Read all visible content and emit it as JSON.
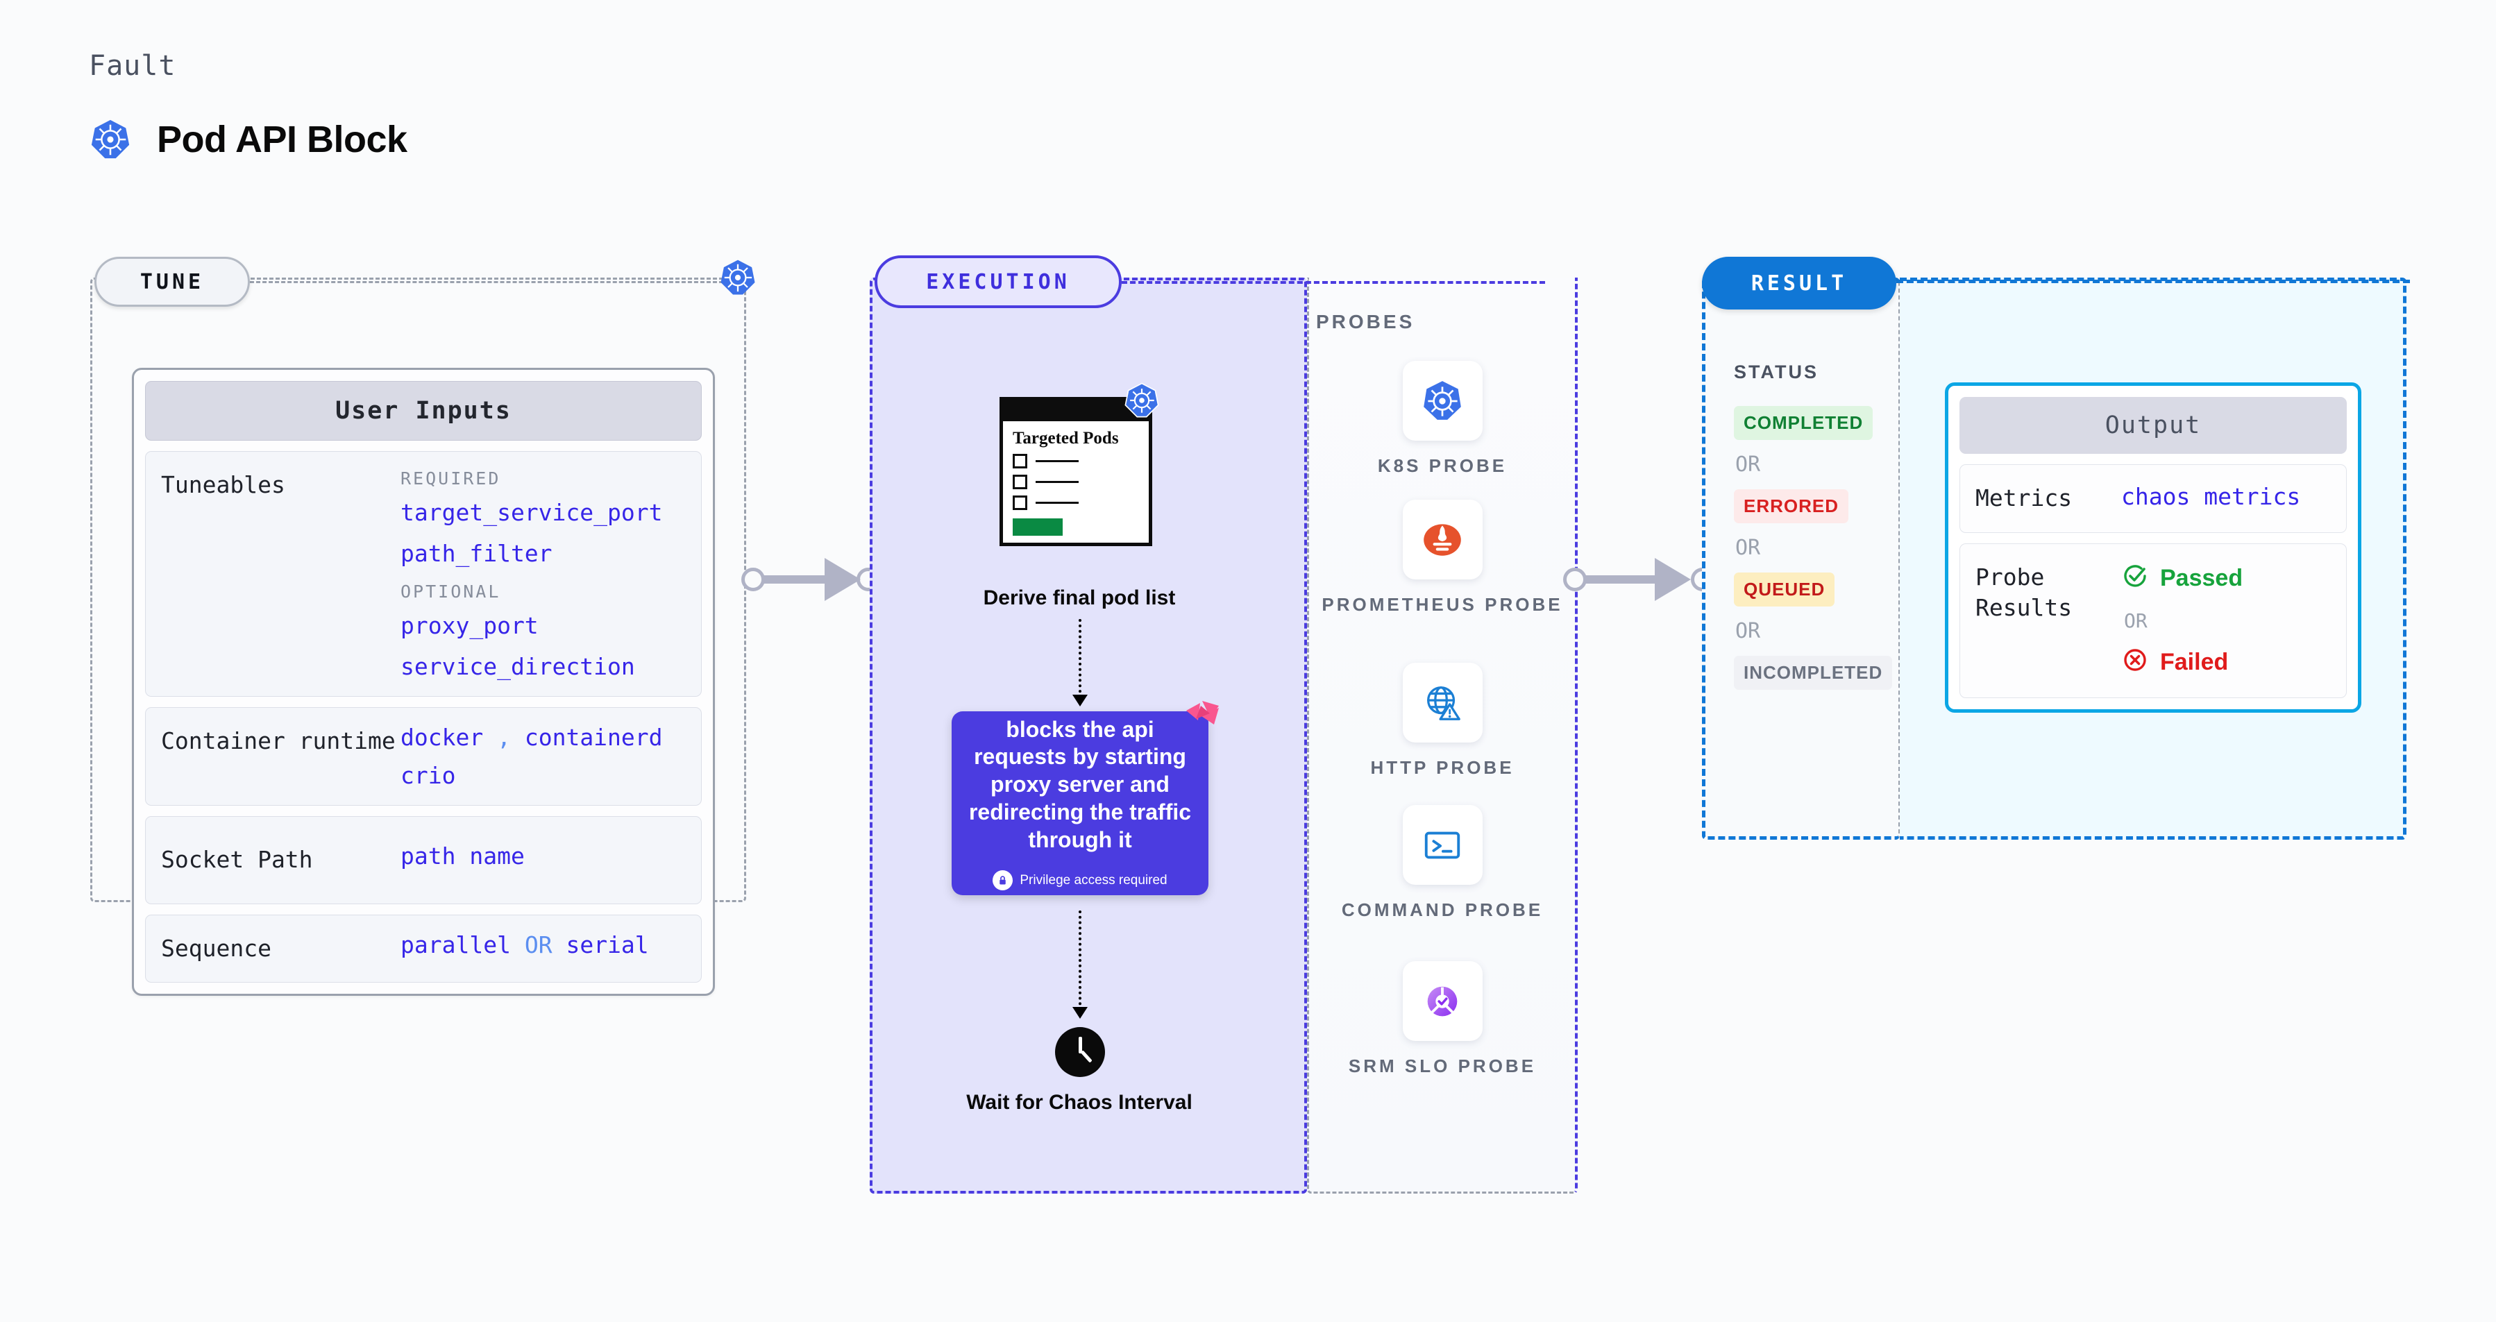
{
  "header": {
    "eyebrow": "Fault",
    "title": "Pod API Block",
    "icon": "kubernetes-icon"
  },
  "tune": {
    "pill_label": "TUNE",
    "badge_icon": "kubernetes-icon",
    "card_title": "User Inputs",
    "rows": [
      {
        "label": "Tuneables",
        "groups": [
          {
            "caption": "REQUIRED",
            "items": [
              "target_service_port",
              "path_filter"
            ]
          },
          {
            "caption": "OPTIONAL",
            "items": [
              "proxy_port",
              "service_direction"
            ]
          }
        ]
      },
      {
        "label": "Container runtime",
        "values_line1": [
          "docker",
          "containerd"
        ],
        "separator": ",",
        "values_line2": [
          "crio"
        ]
      },
      {
        "label": "Socket Path",
        "value": "path name"
      },
      {
        "label": "Sequence",
        "value_a": "parallel",
        "separator": "OR",
        "value_b": "serial"
      }
    ]
  },
  "execution": {
    "pill_label": "EXECUTION",
    "pods_card": {
      "title": "Targeted Pods",
      "badge_icon": "kubernetes-icon",
      "checkbox_count": 3
    },
    "pods_caption": "Derive final pod list",
    "action": {
      "text": "blocks the api requests by starting proxy server and redirecting the traffic through it",
      "privilege_note": "Privilege access required",
      "privilege_icon": "lock-icon",
      "corner_icon": "litmuschaos-logo",
      "color": "#4b3ce0"
    },
    "wait": {
      "icon": "clock-icon",
      "caption": "Wait for Chaos Interval"
    },
    "probes_title": "PROBES",
    "probes": [
      {
        "label": "K8S PROBE",
        "icon": "kubernetes-icon"
      },
      {
        "label": "PROMETHEUS PROBE",
        "icon": "prometheus-icon"
      },
      {
        "label": "HTTP PROBE",
        "icon": "http-globe-warning-icon"
      },
      {
        "label": "COMMAND PROBE",
        "icon": "terminal-icon"
      },
      {
        "label": "SRM SLO PROBE",
        "icon": "srm-slo-icon"
      }
    ]
  },
  "result": {
    "pill_label": "RESULT",
    "status_title": "STATUS",
    "or_label": "OR",
    "statuses": [
      {
        "label": "COMPLETED",
        "color": "#108033",
        "bg": "#dff5e1"
      },
      {
        "label": "ERRORED",
        "color": "#d82020",
        "bg": "#fdeaea"
      },
      {
        "label": "QUEUED",
        "color": "#c21a1a",
        "bg": "#fdeec0"
      },
      {
        "label": "INCOMPLETED",
        "color": "#6b7280",
        "bg": "#f0f1f5"
      }
    ],
    "output": {
      "title": "Output",
      "metrics_label": "Metrics",
      "metrics_value": "chaos metrics",
      "probe_results_label": "Probe Results",
      "passed_label": "Passed",
      "passed_icon": "check-circle-icon",
      "failed_label": "Failed",
      "failed_icon": "x-circle-icon",
      "or_label": "OR",
      "accent": "#0ba6e5"
    }
  }
}
